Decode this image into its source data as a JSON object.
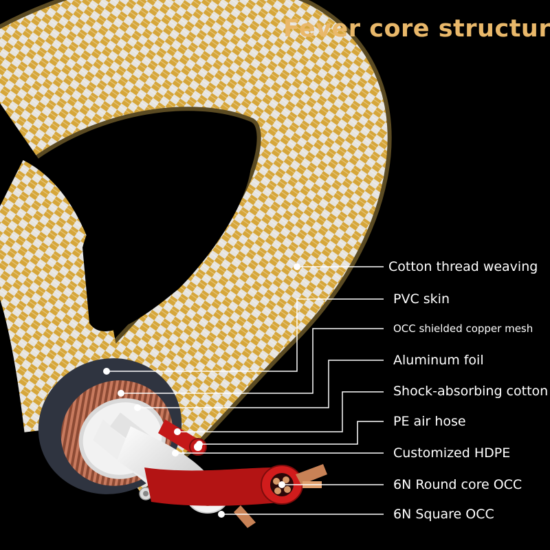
{
  "title": "Fever core structure",
  "labels": [
    "Cotton thread weaving",
    "PVC skin",
    "OCC shielded copper mesh",
    "Aluminum foil",
    "Shock-absorbing cotton",
    "PE air hose",
    "Customized HDPE",
    "6N Round core OCC",
    "6N Square OCC"
  ],
  "colors": {
    "background": "#000000",
    "title": "#e9b86a",
    "braid_gold": "#d7a83c",
    "braid_white": "#e8e8e6",
    "pvc_skin": "#3a3f4c",
    "copper": "#b8634a",
    "red_insulation": "#c41818"
  }
}
